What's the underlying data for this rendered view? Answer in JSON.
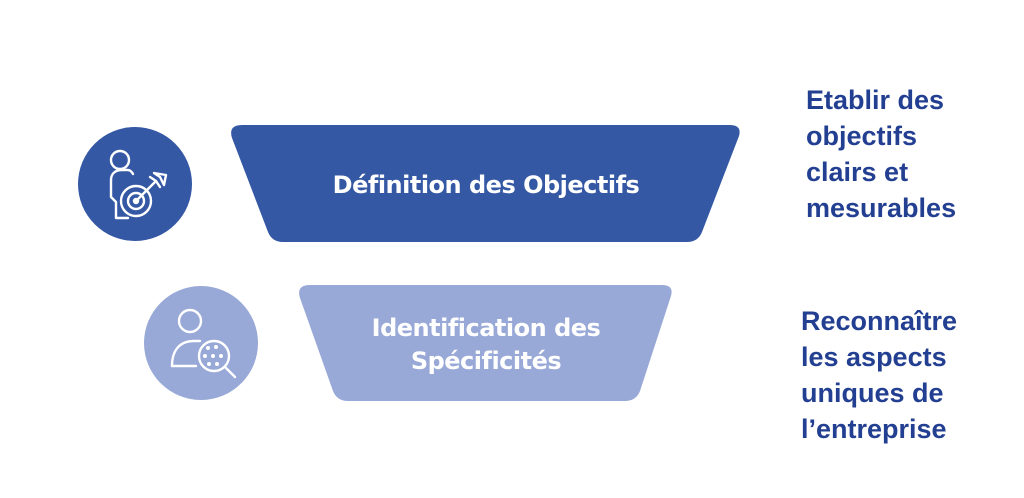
{
  "colors": {
    "primary": "#3558A5",
    "secondary": "#98A8D7",
    "text": "#233F91",
    "background": "#FFFFFF"
  },
  "steps": [
    {
      "icon": "person-target-icon",
      "label": "Définition des Objectifs",
      "description": "Etablir des\nobjectifs\nclairs et\nmesurables"
    },
    {
      "icon": "person-magnifier-icon",
      "label": "Identification des\nSpécificités",
      "description": "Reconnaître\nles aspects\nuniques de\nl’entreprise"
    }
  ]
}
